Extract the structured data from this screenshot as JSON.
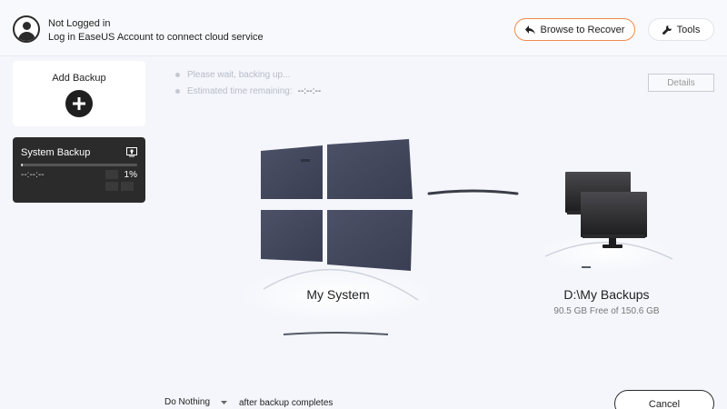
{
  "header": {
    "user_title": "Not Logged in",
    "user_subtitle": "Log in EaseUS Account to connect cloud service",
    "browse_label": "Browse to Recover",
    "tools_label": "Tools"
  },
  "sidebar": {
    "add_backup_label": "Add Backup",
    "task": {
      "name": "System Backup",
      "time": "--:--:--",
      "percent": "1%",
      "progress": 0.01
    }
  },
  "status": {
    "waiting": "Please wait, backing up...",
    "remaining_label": "Estimated time remaining:",
    "remaining_value": "--:--:--",
    "details_label": "Details"
  },
  "source": {
    "name": "My System",
    "icon": "windows-logo-icon"
  },
  "destination": {
    "name": "D:\\My Backups",
    "space": "90.5 GB Free of 150.6 GB",
    "icon": "computers-icon"
  },
  "footer": {
    "after_action": "Do Nothing",
    "after_label": "after backup completes",
    "cancel_label": "Cancel"
  },
  "colors": {
    "accent": "#f08a4b",
    "dark": "#2b2b2b"
  }
}
